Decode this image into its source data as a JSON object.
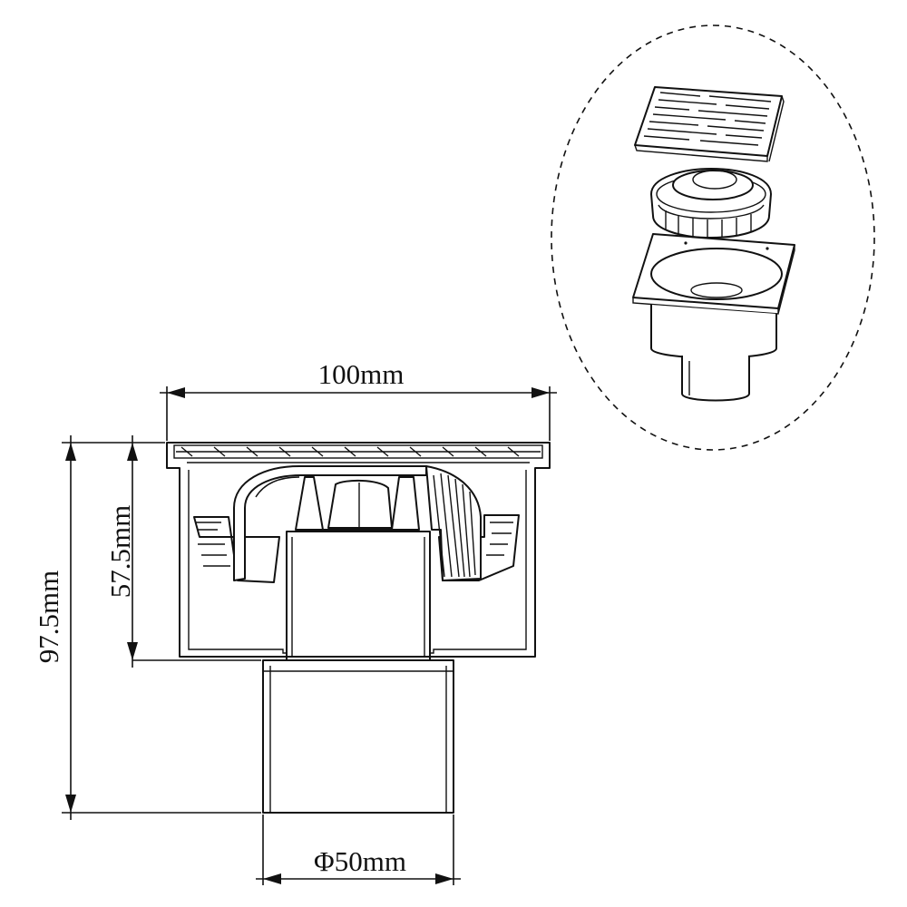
{
  "dimensions": {
    "width_label": "100mm",
    "total_height_label": "97.5mm",
    "body_height_label": "57.5mm",
    "outlet_diameter_label": "Φ50mm"
  },
  "colors": {
    "line": "#111111",
    "background": "#ffffff"
  },
  "icons": {
    "exploded_view": "floor-drain-exploded-view"
  }
}
